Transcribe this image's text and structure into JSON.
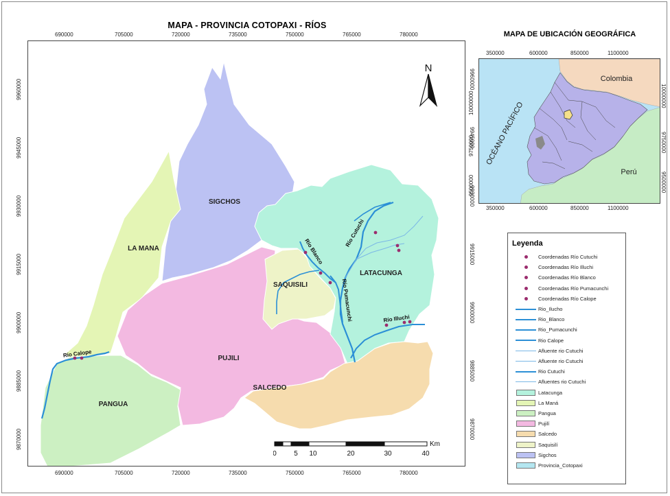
{
  "title": "MAPA - PROVINCIA COTOPAXI - RÍOS",
  "inset_title": "MAPA DE UBICACIÓN GEOGRÁFICA",
  "main_map": {
    "x_ticks": [
      "690000",
      "705000",
      "720000",
      "735000",
      "750000",
      "765000",
      "780000"
    ],
    "y_ticks": [
      "9960000",
      "9945000",
      "9930000",
      "9915000",
      "9900000",
      "9885000",
      "9870000"
    ],
    "north_label": "N",
    "regions": {
      "sigchos": "SIGCHOS",
      "la_mana": "LA MANA",
      "pujili": "PUJILI",
      "pangua": "PANGUA",
      "salcedo": "SALCEDO",
      "saquisili": "SAQUISILI",
      "latacunga": "LATACUNGA"
    },
    "rivers": {
      "calope": "Río Calope",
      "blanco": "Río Blanco",
      "cutuchi": "Río Cutuchi",
      "pumacunchi": "Río Pumacunchi",
      "illuchi": "Río Illuchi"
    },
    "scale": {
      "labels": [
        "0",
        "5",
        "10",
        "20",
        "30",
        "40"
      ],
      "unit": "Km"
    }
  },
  "inset_map": {
    "x_ticks": [
      "350000",
      "600000",
      "850000",
      "1100000"
    ],
    "y_ticks": [
      "10000000",
      "9750000",
      "9500000"
    ],
    "labels": {
      "colombia": "Colombia",
      "peru": "Perú",
      "ocean": "OCÉANO PACÍFICO"
    }
  },
  "legend": {
    "title": "Leyenda",
    "items": [
      {
        "label": "Coordenadas Río Cutuchi",
        "kind": "dot",
        "color": "#9b2d6e"
      },
      {
        "label": "Coordenadas Río Illuchi",
        "kind": "dot",
        "color": "#9b2d6e"
      },
      {
        "label": "Coordenadas Río Blanco",
        "kind": "dot",
        "color": "#9b2d6e"
      },
      {
        "label": "Coordenadas Río Pumacunchi",
        "kind": "dot",
        "color": "#9b2d6e"
      },
      {
        "label": "Coordenadas Río Calope",
        "kind": "dot",
        "color": "#9b2d6e"
      },
      {
        "label": "Rio_Ilucho",
        "kind": "line",
        "color": "#2b8fd6"
      },
      {
        "label": "Rio_Blanco",
        "kind": "line",
        "color": "#2b8fd6"
      },
      {
        "label": "Rio_Pumacunchi",
        "kind": "line",
        "color": "#2b8fd6"
      },
      {
        "label": "Rio Calope",
        "kind": "line",
        "color": "#2b8fd6"
      },
      {
        "label": "Afluente rio Cutuchi",
        "kind": "line",
        "color": "#7bb8e6"
      },
      {
        "label": "Afluente rio Cutuchi",
        "kind": "line",
        "color": "#7bb8e6"
      },
      {
        "label": "Rio Cutuchi",
        "kind": "line",
        "color": "#2b8fd6"
      },
      {
        "label": "Afluentes rio Cutuchi",
        "kind": "line",
        "color": "#7bb8e6"
      },
      {
        "label": "Latacunga",
        "kind": "box",
        "color": "#b4f2dd"
      },
      {
        "label": "La Maná",
        "kind": "box",
        "color": "#e4f5b5"
      },
      {
        "label": "Pangua",
        "kind": "box",
        "color": "#ccf0c2"
      },
      {
        "label": "Pujilí",
        "kind": "box",
        "color": "#f3b9e1"
      },
      {
        "label": "Salcedo",
        "kind": "box",
        "color": "#f6dcae"
      },
      {
        "label": "Saquisilí",
        "kind": "box",
        "color": "#eef3c8"
      },
      {
        "label": "Sigchos",
        "kind": "box",
        "color": "#bcc2f3"
      },
      {
        "label": "Provincia_Cotopaxi",
        "kind": "box",
        "color": "#b4e6f0"
      }
    ]
  },
  "colors": {
    "sigchos": "#bcc2f3",
    "la_mana": "#e4f5b5",
    "pujili": "#f3b9e1",
    "pangua": "#ccf0c2",
    "salcedo": "#f6dcae",
    "saquisili": "#eef3c8",
    "latacunga": "#b4f2dd",
    "river": "#2b8fd6",
    "tributary": "#7bb8e6",
    "point": "#9b2d6e",
    "ocean": "#b9e3f5",
    "colombia": "#f5d9bf",
    "peru": "#c6ecc5",
    "ecuador": "#b7b2e9"
  }
}
